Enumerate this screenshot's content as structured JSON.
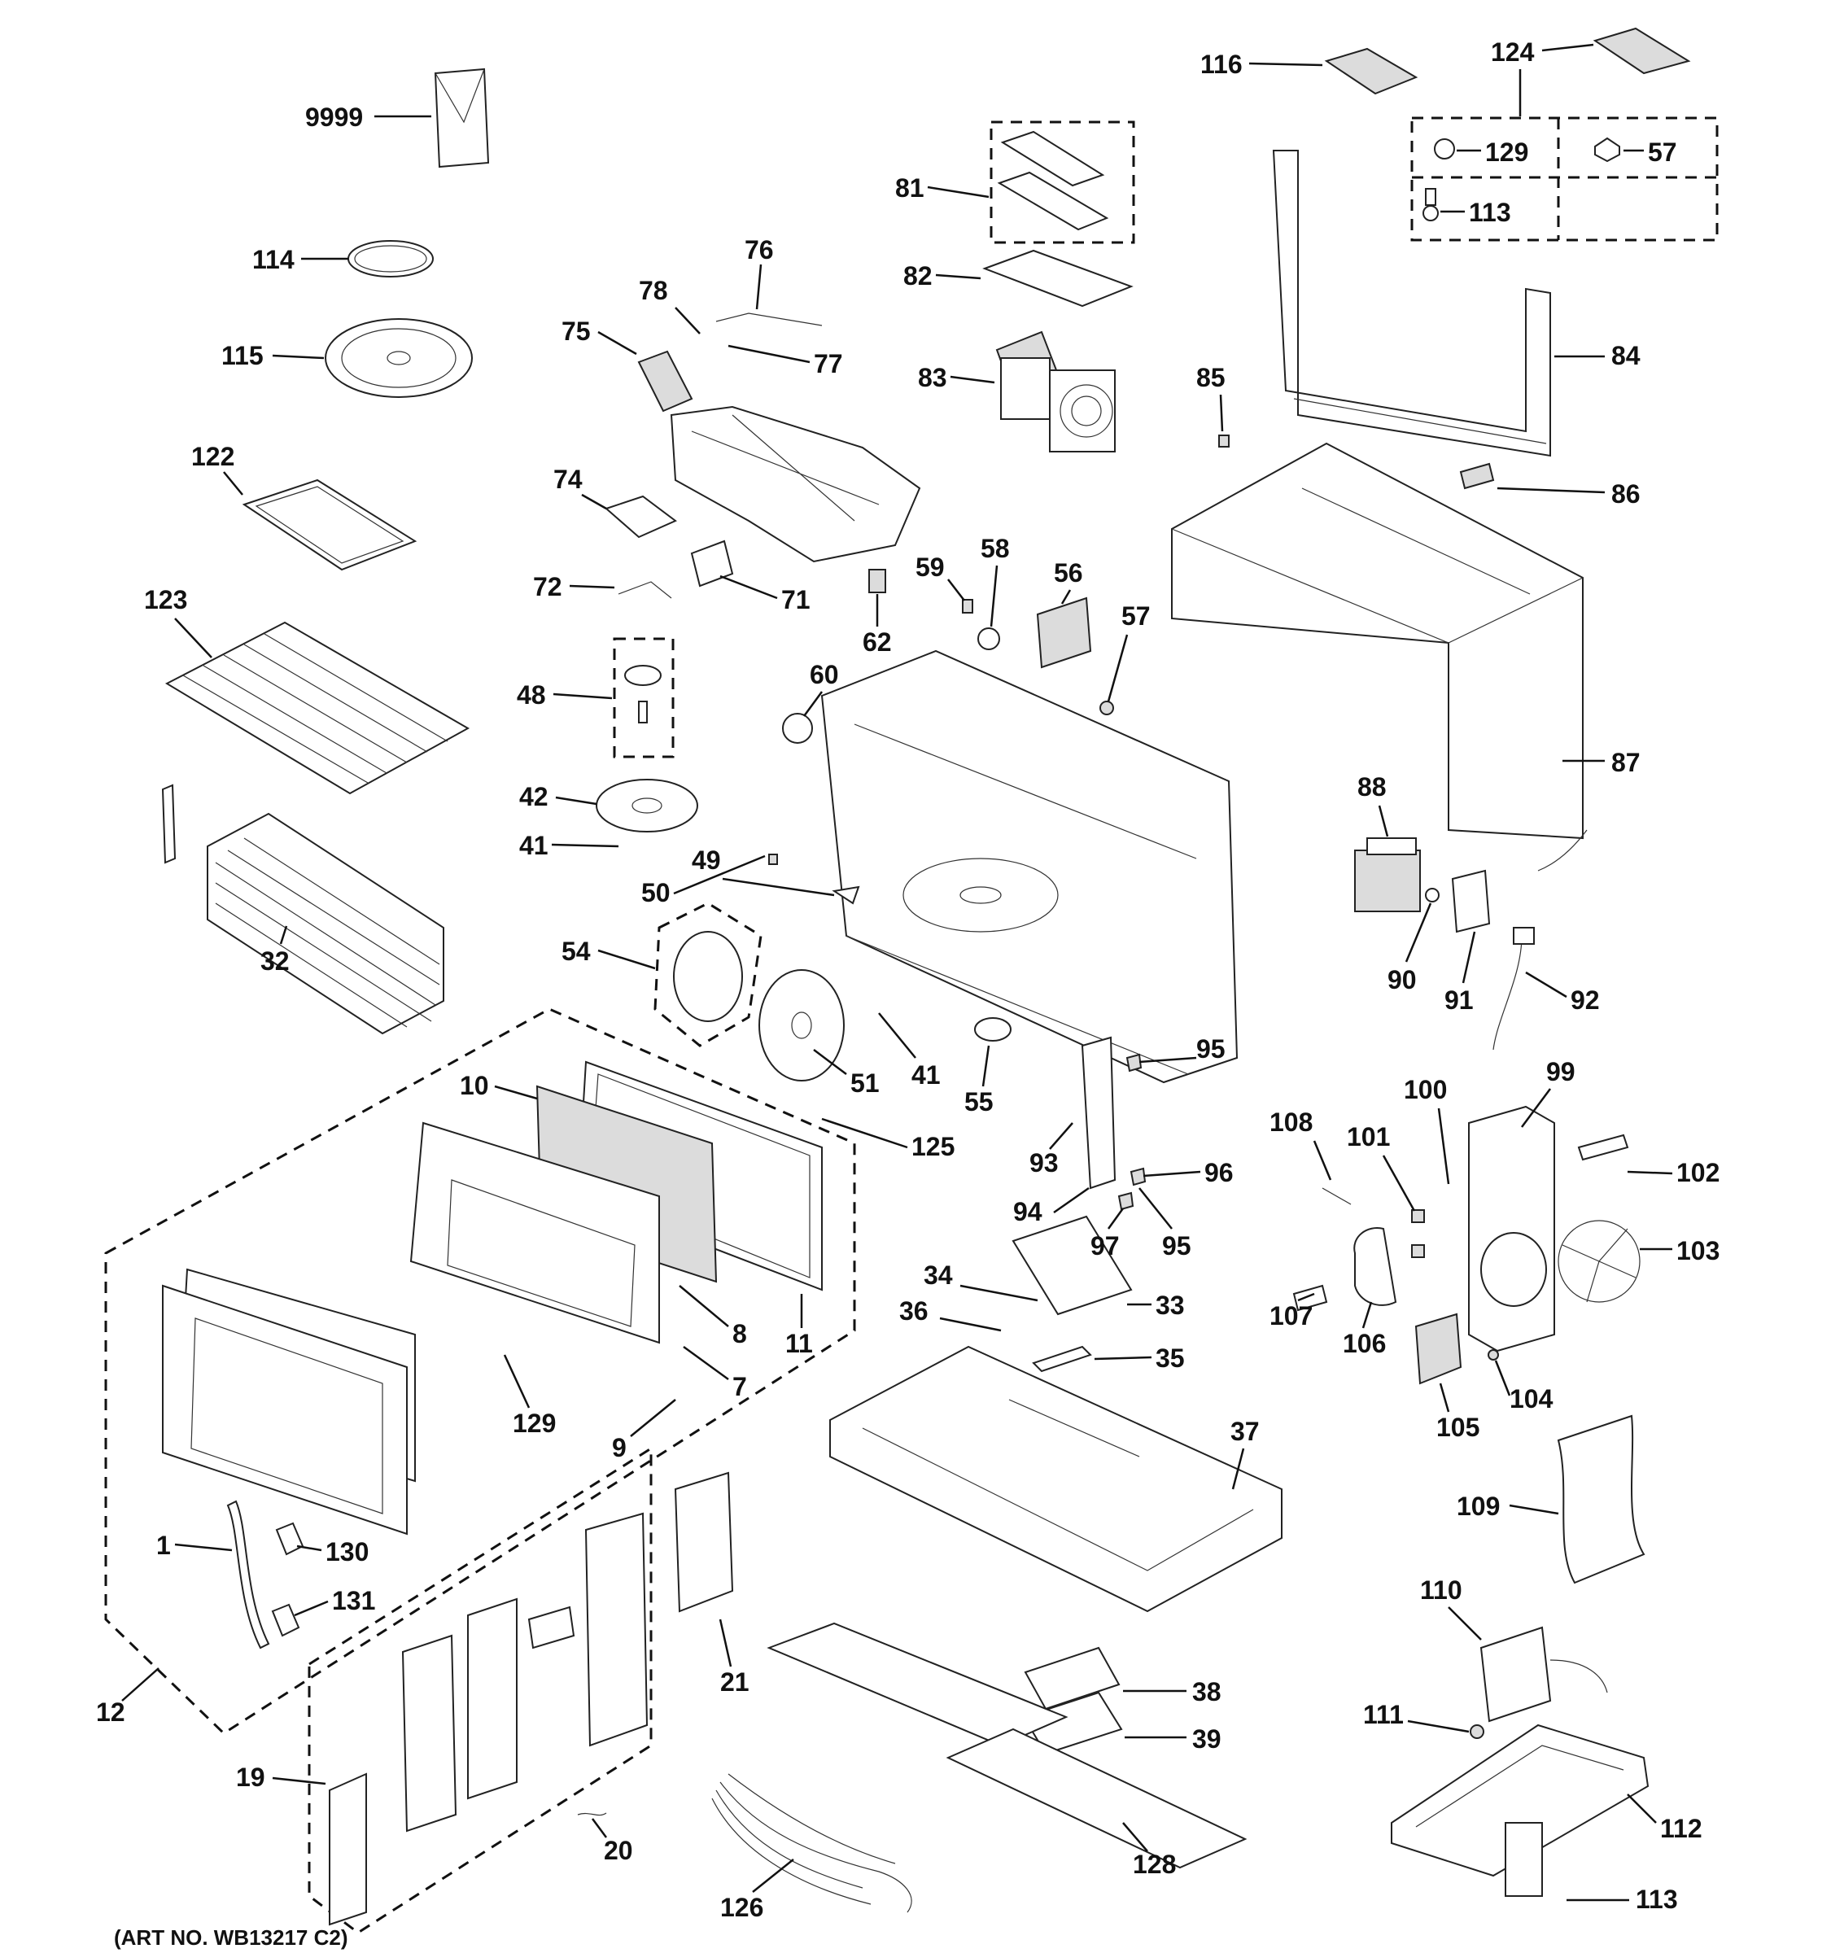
{
  "diagram": {
    "art_number": "(ART NO. WB13217 C2)",
    "callouts": [
      "9999",
      "114",
      "115",
      "122",
      "123",
      "32",
      "81",
      "82",
      "83",
      "76",
      "78",
      "77",
      "75",
      "74",
      "72",
      "71",
      "62",
      "116",
      "124",
      "129",
      "57",
      "113",
      "84",
      "85",
      "86",
      "87",
      "56",
      "58",
      "59",
      "57",
      "60",
      "48",
      "42",
      "41",
      "49",
      "50",
      "54",
      "51",
      "41",
      "55",
      "95",
      "93",
      "94",
      "96",
      "97",
      "95",
      "88",
      "90",
      "91",
      "92",
      "99",
      "100",
      "101",
      "108",
      "102",
      "103",
      "107",
      "106",
      "104",
      "105",
      "10",
      "125",
      "8",
      "7",
      "11",
      "9",
      "129",
      "130",
      "1",
      "131",
      "12",
      "34",
      "33",
      "36",
      "35",
      "37",
      "21",
      "19",
      "20",
      "126",
      "38",
      "39",
      "128",
      "109",
      "110",
      "111",
      "112",
      "113"
    ]
  }
}
